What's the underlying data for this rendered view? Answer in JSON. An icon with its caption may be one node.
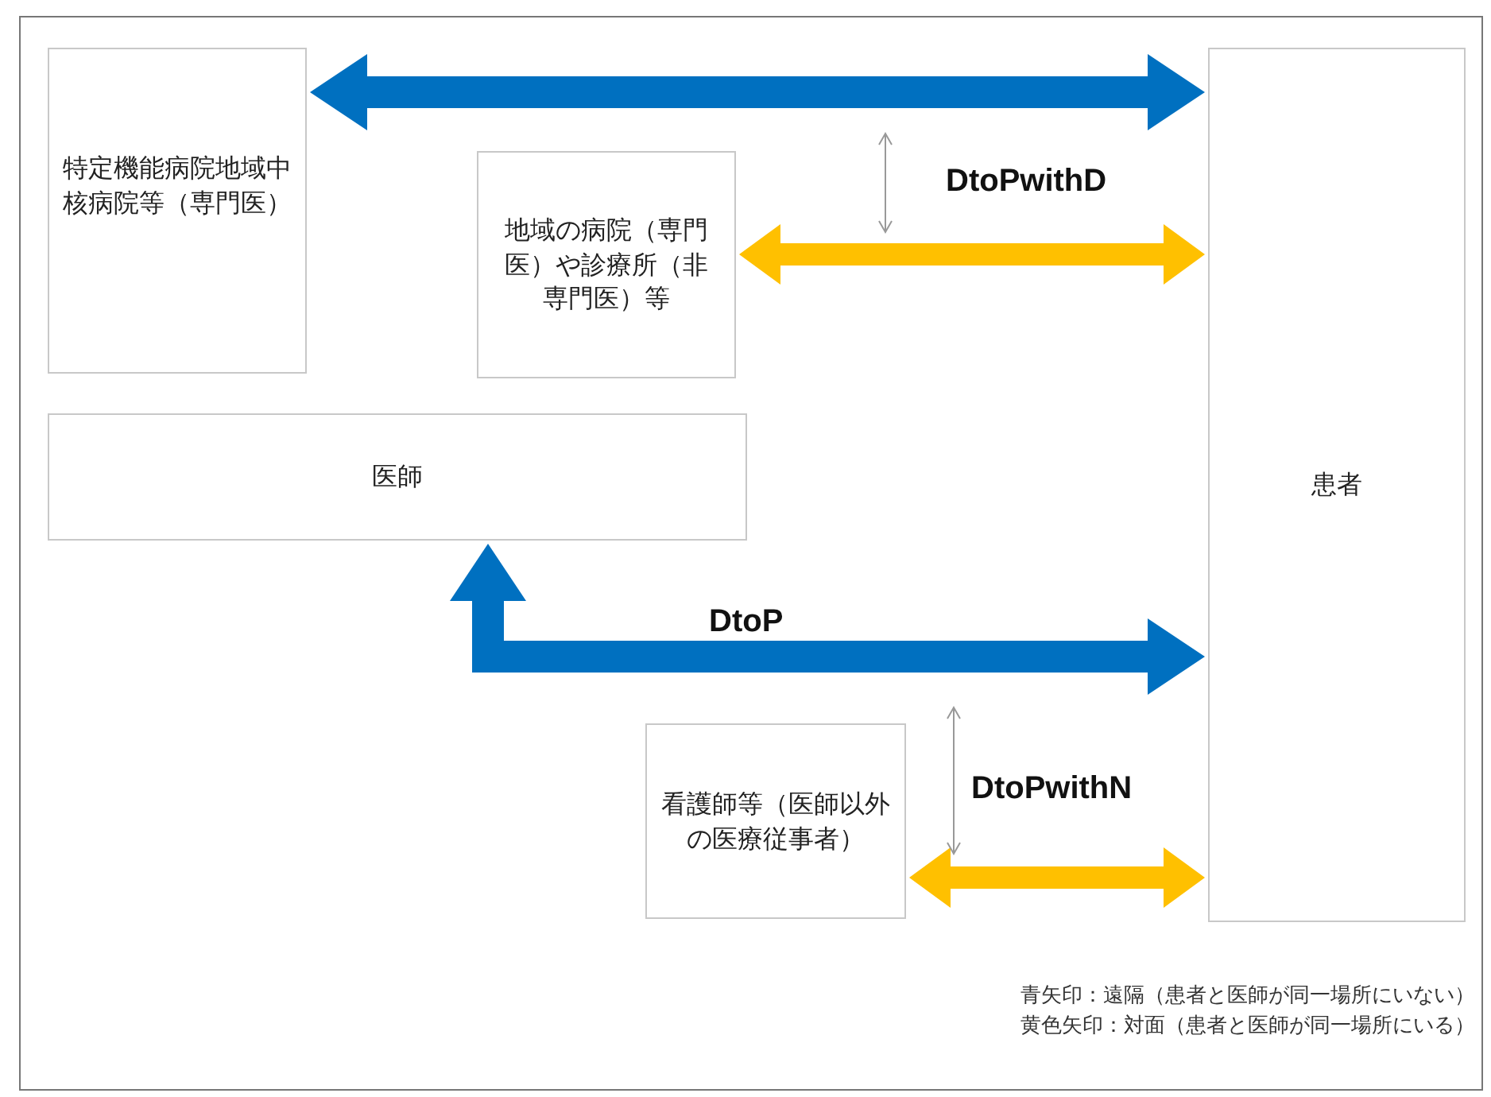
{
  "diagram": {
    "nodes": [
      {
        "text": [
          "特定機能病院地域中核病院等（専門医）"
        ]
      },
      {
        "text": [
          "地域の病院（専門医）や診療所（非専門医）等"
        ]
      },
      {
        "text": [
          "医師"
        ]
      },
      {
        "text": [
          "患者"
        ]
      },
      {
        "text": [
          "看護師等（医師以外の医療従事者）"
        ]
      }
    ],
    "edges": [
      {
        "from": 0,
        "to": 3,
        "arrow": "both",
        "color": "#0070c0"
      },
      {
        "from": 1,
        "to": 3,
        "arrow": "both",
        "label": "DtoPwithD",
        "color": "#ffc000"
      },
      {
        "from": 2,
        "to": 3,
        "arrow": "both",
        "label": "DtoP",
        "color": "#0070c0"
      },
      {
        "from": 4,
        "to": 3,
        "arrow": "both",
        "label": "DtoPwithN",
        "color": "#ffc000"
      }
    ],
    "labels": [
      "青矢印：遠隔（患者と医師が同一場所にいない）",
      "黄色矢印：対面（患者と医師が同一場所にいる）"
    ]
  }
}
